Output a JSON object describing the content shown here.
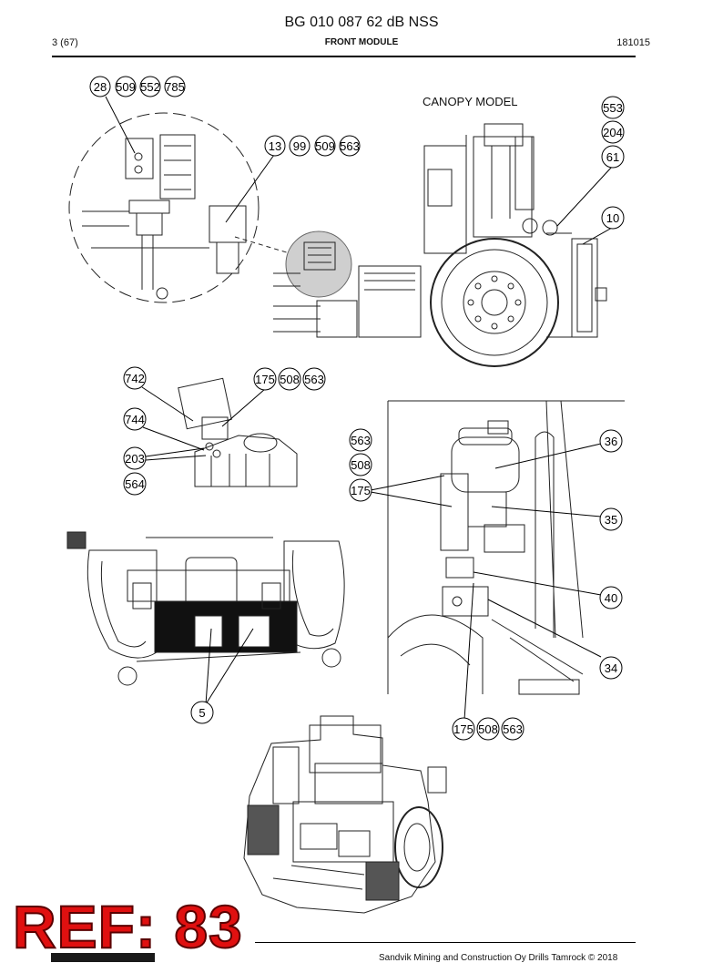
{
  "header": {
    "title": "BG 010 087 62 dB NSS",
    "page": "3 (67)",
    "section": "FRONT MODULE",
    "code": "181015"
  },
  "canopy_label": "CANOPY MODEL",
  "callouts": [
    "28",
    "509",
    "552",
    "785",
    "13",
    "99",
    "563",
    "553",
    "204",
    "61",
    "10",
    "742",
    "175",
    "508",
    "744",
    "203",
    "564",
    "36",
    "35",
    "40",
    "34",
    "5"
  ],
  "watermark": "REF: 83",
  "footer": {
    "text": "Sandvik Mining and Construction Oy Drills Tamrock © 2018"
  }
}
